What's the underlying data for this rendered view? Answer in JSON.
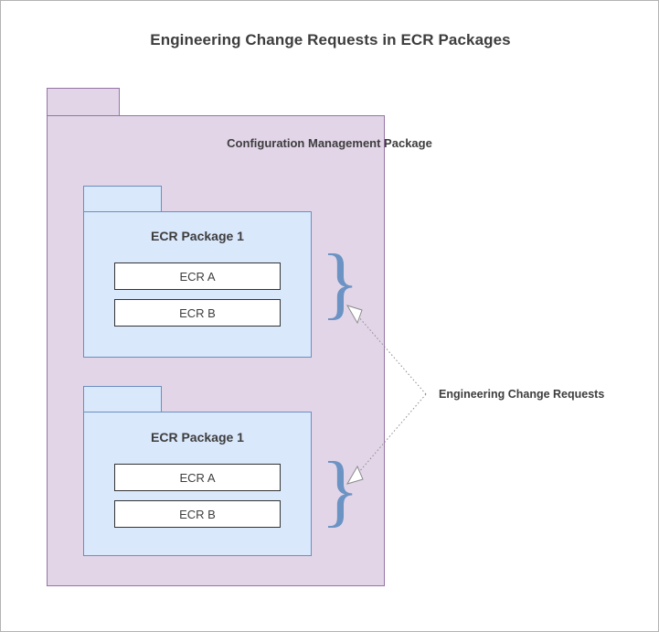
{
  "diagram": {
    "title": "Engineering Change Requests in ECR Packages",
    "type": "uml-package-diagram"
  },
  "outer_package": {
    "name": "Configuration Management Package",
    "fill_color": "#e1d5e7",
    "stroke_color": "#9673a6"
  },
  "ecr_packages": [
    {
      "name": "ECR Package 1",
      "fill_color": "#dae8fc",
      "stroke_color": "#6c8ebf",
      "items": [
        {
          "name": "ECR A"
        },
        {
          "name": "ECR B"
        }
      ]
    },
    {
      "name": "ECR Package 1",
      "fill_color": "#dae8fc",
      "stroke_color": "#6c8ebf",
      "items": [
        {
          "name": "ECR A"
        },
        {
          "name": "ECR B"
        }
      ]
    }
  ],
  "annotation": {
    "label": "Engineering Change Requests",
    "brace_glyph": "}",
    "brace_color": "#6b93c4",
    "connector_style": "dotted",
    "connector_color": "#8c8c8c",
    "arrowhead": "open-triangle"
  },
  "canvas": {
    "background": "#ffffff",
    "border_color": "#b3b3b3",
    "text_color": "#3d3d3d"
  }
}
